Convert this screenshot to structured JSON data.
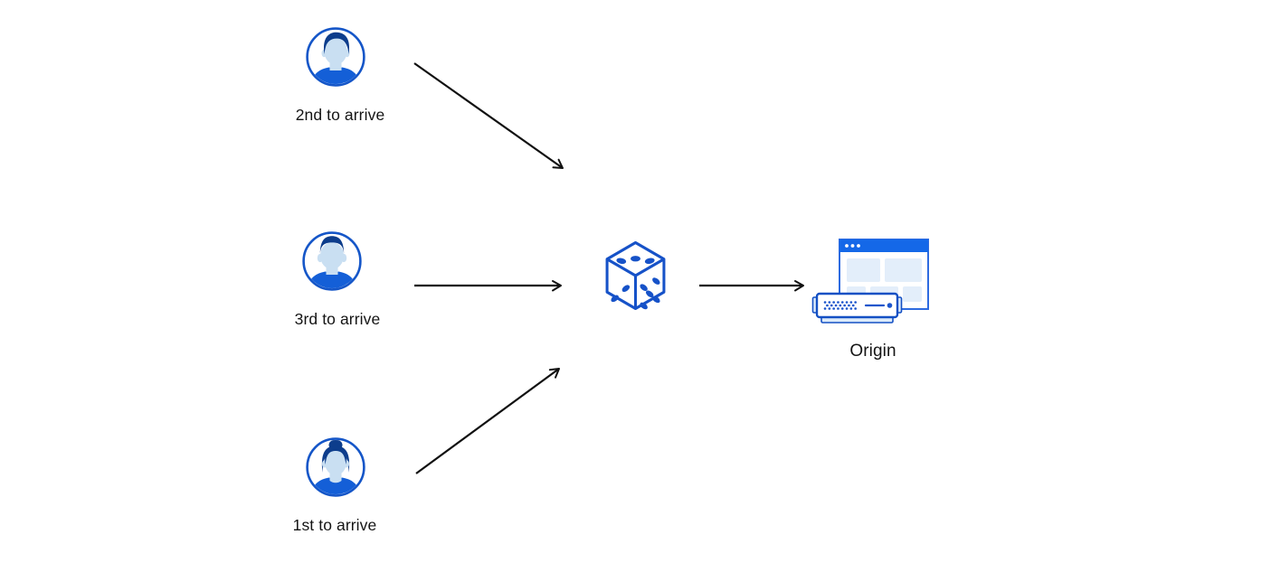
{
  "diagram": {
    "description": "Three visitors' requests routed through a random (dice) selector to an origin server",
    "nodes": {
      "visitor2": {
        "label": "2nd to arrive",
        "icon": "male-user-avatar"
      },
      "visitor3": {
        "label": "3rd to arrive",
        "icon": "male-user-avatar"
      },
      "visitor1": {
        "label": "1st to arrive",
        "icon": "female-user-avatar"
      },
      "random": {
        "icon": "dice-icon"
      },
      "origin": {
        "label": "Origin",
        "icon": "origin-server-icon"
      }
    },
    "edges": [
      {
        "from": "visitor2",
        "to": "random"
      },
      {
        "from": "visitor3",
        "to": "random"
      },
      {
        "from": "visitor1",
        "to": "random"
      },
      {
        "from": "random",
        "to": "origin"
      }
    ]
  },
  "colors": {
    "background": "#ffffff",
    "outline_blue": "#1556c8",
    "navy_hair": "#0d3d8c",
    "bright_blue_titlebar": "#1468e8",
    "shirt_blue": "#145fd7",
    "face_light_blue": "#c9dff2",
    "panel_light_blue": "#e3eefa",
    "server_fill_light": "#dcebfa",
    "arrow_black": "#111111",
    "text": "#141414"
  }
}
